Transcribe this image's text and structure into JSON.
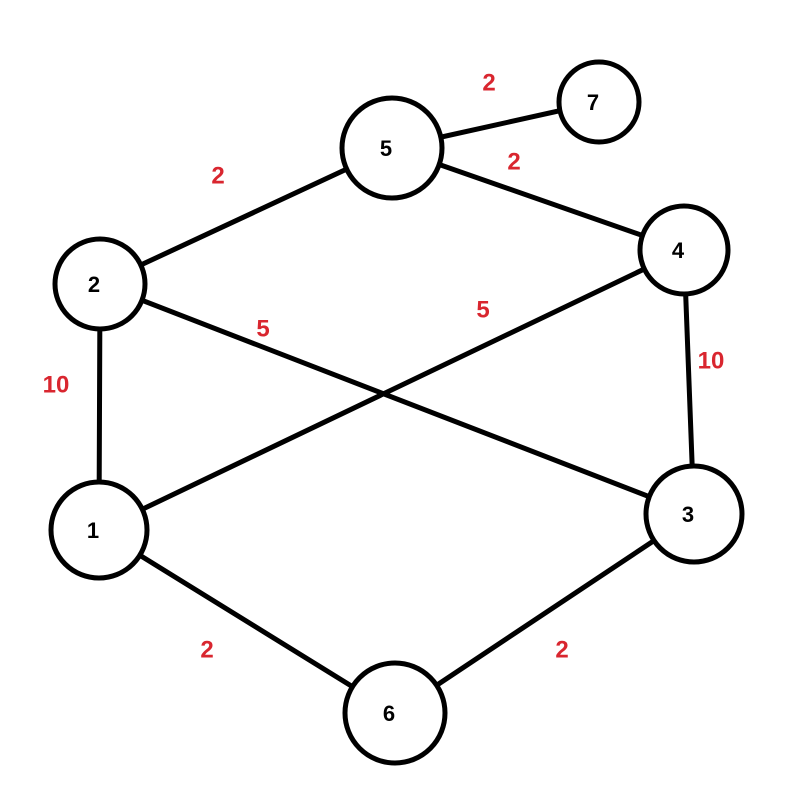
{
  "graph": {
    "colors": {
      "edge": "#000000",
      "node_border": "#000000",
      "node_fill": "#ffffff",
      "node_label": "#000000",
      "weight_label": "#d9262f"
    },
    "nodes": [
      {
        "id": "1",
        "label": "1"
      },
      {
        "id": "2",
        "label": "2"
      },
      {
        "id": "3",
        "label": "3"
      },
      {
        "id": "4",
        "label": "4"
      },
      {
        "id": "5",
        "label": "5"
      },
      {
        "id": "6",
        "label": "6"
      },
      {
        "id": "7",
        "label": "7"
      }
    ],
    "edges": [
      {
        "from": "2",
        "to": "5",
        "weight": "2"
      },
      {
        "from": "5",
        "to": "7",
        "weight": "2"
      },
      {
        "from": "5",
        "to": "4",
        "weight": "2"
      },
      {
        "from": "2",
        "to": "1",
        "weight": "10"
      },
      {
        "from": "2",
        "to": "3",
        "weight": "5"
      },
      {
        "from": "1",
        "to": "4",
        "weight": "5"
      },
      {
        "from": "4",
        "to": "3",
        "weight": "10"
      },
      {
        "from": "1",
        "to": "6",
        "weight": "2"
      },
      {
        "from": "6",
        "to": "3",
        "weight": "2"
      }
    ]
  }
}
